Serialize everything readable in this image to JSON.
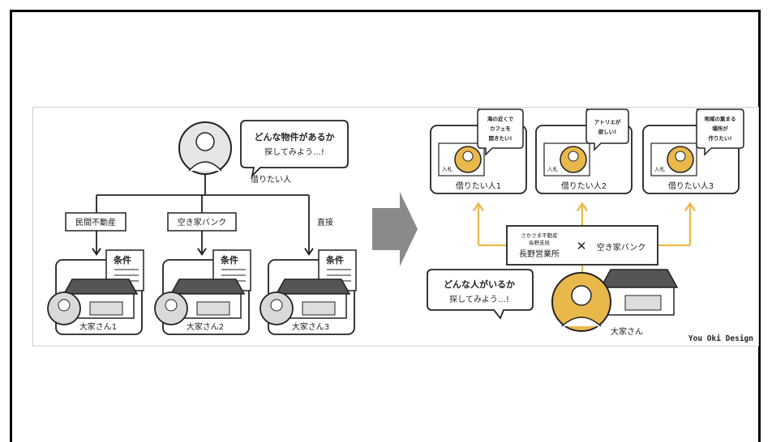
{
  "left": {
    "bubble_line1": "どんな物件があるか",
    "bubble_line2": "探してみよう…!",
    "person_label": "借りたい人",
    "channels": [
      "民間不動産",
      "空き家バンク",
      "直接"
    ],
    "condition_label": "条件",
    "owners": [
      "大家さん1",
      "大家さん2",
      "大家さん3"
    ]
  },
  "right": {
    "renters": [
      {
        "label": "借りたい人1",
        "bubble": [
          "海の近くで",
          "カフェを",
          "開きたい!"
        ]
      },
      {
        "label": "借りたい人2",
        "bubble": [
          "アトリエが",
          "欲しい!"
        ]
      },
      {
        "label": "借りたい人3",
        "bubble": [
          "地域の集まる",
          "場所が",
          "作りたい!"
        ]
      }
    ],
    "form_tag": "入札",
    "office_small1": "さかさま不動産",
    "office_small2": "長野支局",
    "office_name": "長野営業所",
    "cross": "✕",
    "akiya_bank": "空き家バンク",
    "bubble_line1": "どんな人がいるか",
    "bubble_line2": "探してみよう…!",
    "owner_label": "大家さん"
  },
  "credit": "You Oki Design",
  "colors": {
    "accent": "#E8B84A",
    "line": "#222222",
    "arrow_gray": "#8a8a8a",
    "avatar_gray": "#d9d9d9"
  }
}
